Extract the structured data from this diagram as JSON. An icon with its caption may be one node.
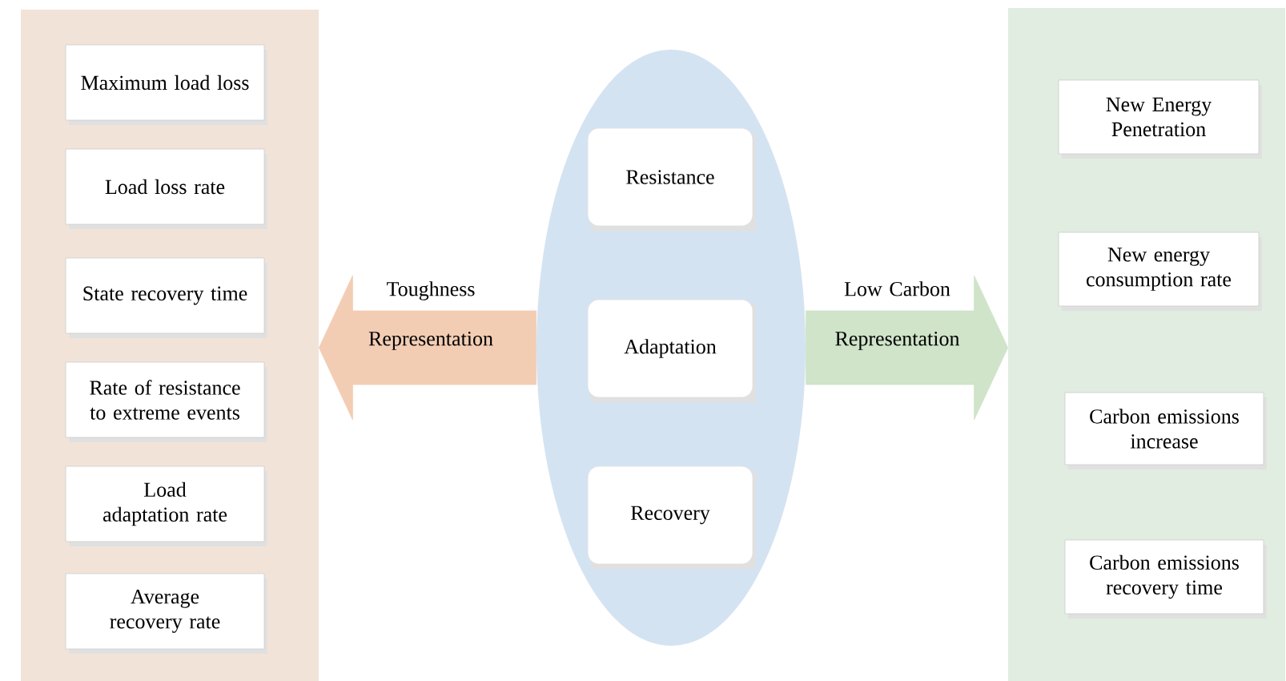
{
  "diagram": {
    "nodes": [
      {
        "text": [],
        "shape": "box"
      },
      {
        "text": [
          "Maximum load loss"
        ],
        "in": 0
      },
      {
        "text": [
          "Load loss rate"
        ],
        "in": 0
      },
      {
        "text": [
          "State recovery time"
        ],
        "in": 0
      },
      {
        "text": [
          "Rate of resistance to extreme events"
        ],
        "in": 0
      },
      {
        "text": [
          "Load adaptation rate"
        ],
        "in": 0
      },
      {
        "text": [
          "Average recovery rate"
        ],
        "in": 0
      },
      {
        "text": [],
        "shape": "ellipse"
      },
      {
        "text": [
          "Resistance"
        ],
        "in": 7
      },
      {
        "text": [
          "Adaptation"
        ],
        "in": 7
      },
      {
        "text": [
          "Recovery"
        ],
        "in": 7
      },
      {
        "text": [],
        "shape": "box"
      },
      {
        "text": [
          "New Energy Penetration"
        ],
        "in": 11
      },
      {
        "text": [
          "New energy consumption rate"
        ],
        "in": 11
      },
      {
        "text": [
          "Carbon emissions increase"
        ],
        "in": 11
      },
      {
        "text": [
          "Carbon emissions recovery time"
        ],
        "in": 11
      }
    ],
    "edges": [
      {
        "from": 7,
        "to": 0,
        "arrow": "to",
        "label": "Toughness Representation",
        "style": "thick",
        "color": "#f2cdb4"
      },
      {
        "from": 7,
        "to": 11,
        "arrow": "to",
        "label": "Low Carbon Representation",
        "style": "thick",
        "color": "#cfe4c9"
      }
    ]
  }
}
